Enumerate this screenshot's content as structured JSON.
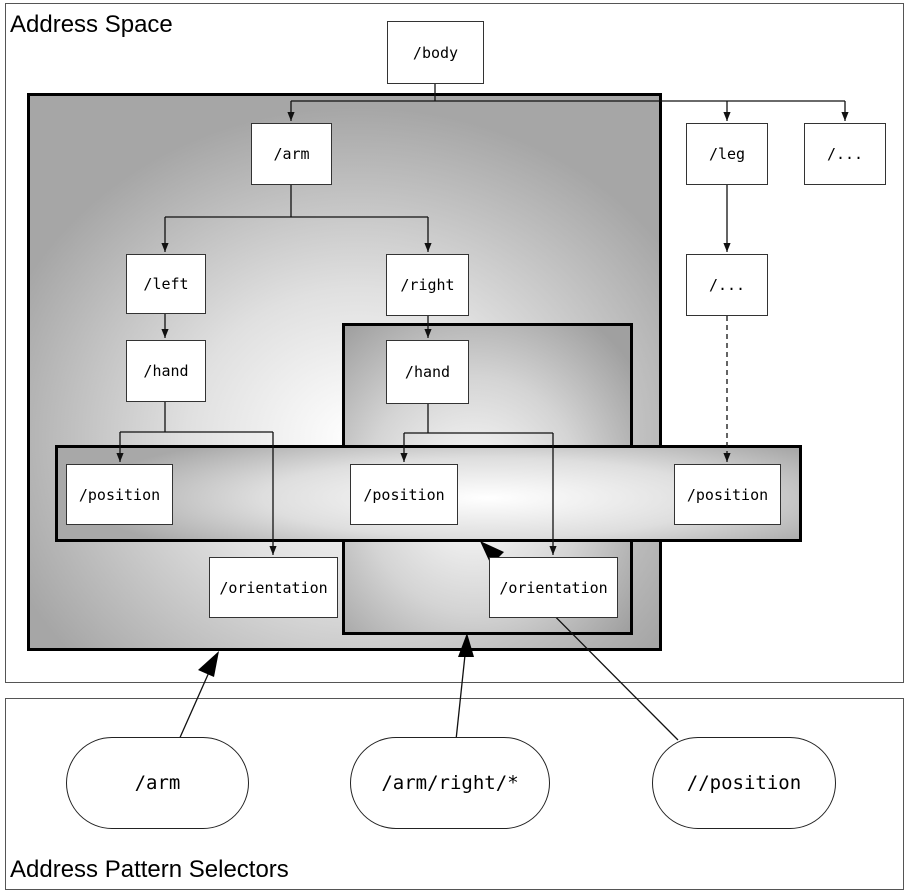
{
  "address_space": {
    "title": "Address Space",
    "nodes": {
      "body": "/body",
      "arm": "/arm",
      "leg": "/leg",
      "ellipsis_top": "/...",
      "left": "/left",
      "right": "/right",
      "ellipsis_leg": "/...",
      "left_hand": "/hand",
      "right_hand": "/hand",
      "left_position": "/position",
      "right_position": "/position",
      "leg_position": "/position",
      "left_orientation": "/orientation",
      "right_orientation": "/orientation"
    }
  },
  "selectors": {
    "title": "Address Pattern Selectors",
    "items": [
      "/arm",
      "/arm/right/*",
      "//position"
    ]
  }
}
